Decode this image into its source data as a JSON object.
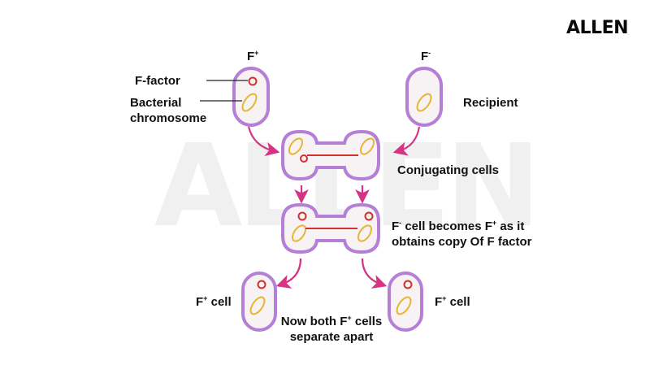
{
  "brand": {
    "logo_text": "ALLEN",
    "watermark_text": "ALLEN"
  },
  "colors": {
    "cell_membrane": "#b57fd6",
    "cell_fill": "#f7f3f5",
    "f_factor": "#d0312d",
    "chromosome": "#e8b431",
    "arrow": "#d63384",
    "text": "#111111"
  },
  "labels": {
    "donor_header": {
      "base": "F",
      "sup": "+"
    },
    "recipient_header": {
      "base": "F",
      "sup": "-"
    },
    "f_factor": "F-factor",
    "bacterial_chromosome_line1": "Bacterial",
    "bacterial_chromosome_line2": "chromosome",
    "recipient": "Recipient",
    "conjugating_cells": "Conjugating cells",
    "becomes_line1_pre": "F",
    "becomes_line1_sup1": "-",
    "becomes_line1_mid": " cell becomes F",
    "becomes_line1_sup2": "+",
    "becomes_line1_post": " as it",
    "becomes_line2": "obtains copy Of F factor",
    "left_result": {
      "base": "F",
      "sup": "+",
      "post": " cell"
    },
    "right_result": {
      "base": "F",
      "sup": "+",
      "post": " cell"
    },
    "separate_line1_pre": "Now both F",
    "separate_line1_sup": "+",
    "separate_line1_post": " cells",
    "separate_line2": "separate apart"
  }
}
